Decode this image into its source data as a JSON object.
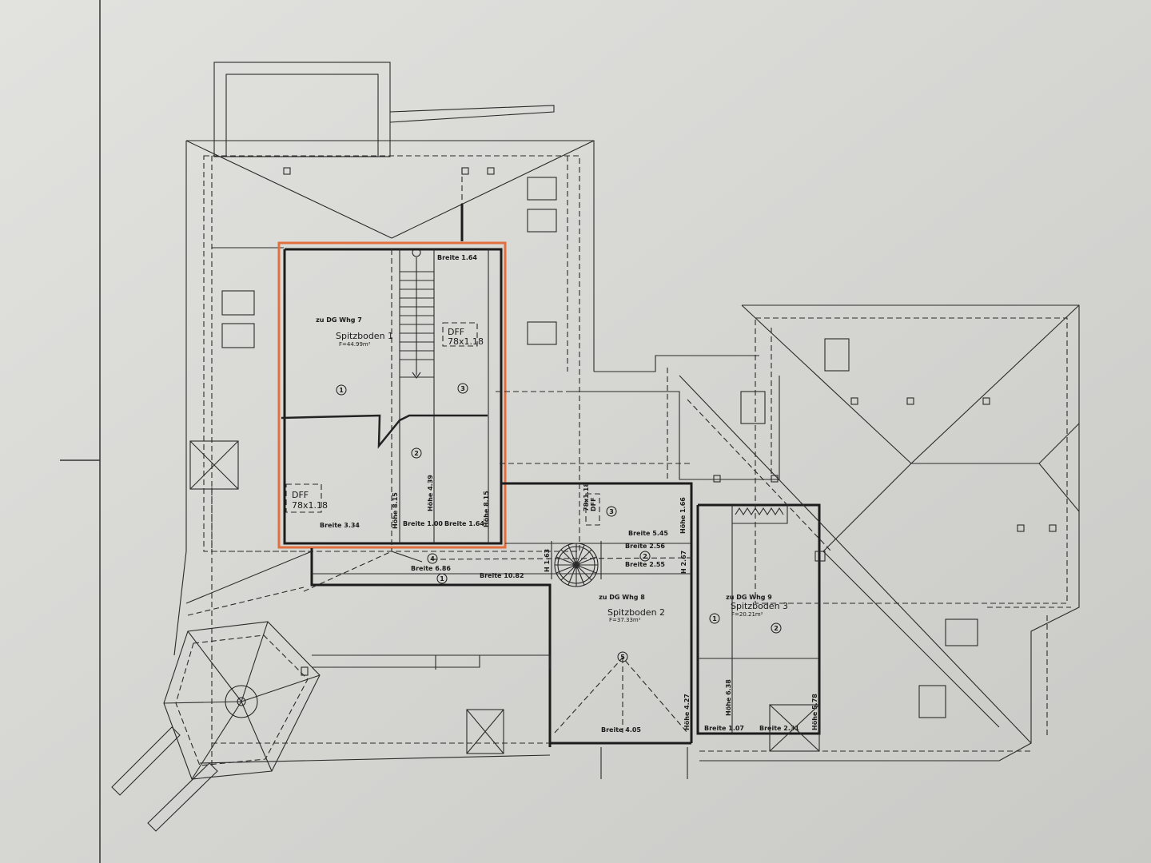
{
  "colors": {
    "paper": "#d6d6d3",
    "lines": "#1c1c1c",
    "highlight": "#e0703f"
  },
  "unit1": {
    "apartment": "zu DG Whg 7",
    "name": "Spitzboden 1",
    "area": "F=44.99m²",
    "top_width": "Breite 1.64",
    "skylight_a": {
      "type": "DFF",
      "size": "78x1.18"
    },
    "skylight_b": {
      "type": "DFF",
      "size": "78x1.18"
    },
    "zones": [
      "1",
      "2",
      "3"
    ],
    "width_1": "Breite 3.34",
    "height_1": "Höhe 8.15",
    "width_2": "Breite 1.00",
    "height_2": "Höhe 4.39",
    "width_3": "Breite 1.64",
    "height_3": "Höhe 8.15"
  },
  "corridor": {
    "skylight": {
      "type": "DFF",
      "size": "78x1.18"
    },
    "zone_3": "3",
    "width_545": "Breite 5.45",
    "height_166": "Höhe 1.66",
    "width_256": "Breite 2.56",
    "zone_2": "2",
    "width_255": "Breite 2.55",
    "height_267": "H 2.67",
    "height_163": "H 1.63",
    "zone_4": "4",
    "width_686": "Breite 6.86",
    "zone_1": "1",
    "width_1082": "Breite 10.82"
  },
  "unit2": {
    "apartment": "zu DG Whg 8",
    "name": "Spitzboden 2",
    "area": "F=37.33m²",
    "zone": "5",
    "width": "Breite 4.05",
    "height": "Höhe 4.27"
  },
  "unit3": {
    "apartment": "zu DG Whg 9",
    "name": "Spitzboden 3",
    "area": "F=20.21m²",
    "zones": [
      "1",
      "2"
    ],
    "width_a": "Breite 1.07",
    "height_a": "Höhe 6.38",
    "width_b": "Breite 2.31",
    "height_b": "Höhe 5.78"
  }
}
